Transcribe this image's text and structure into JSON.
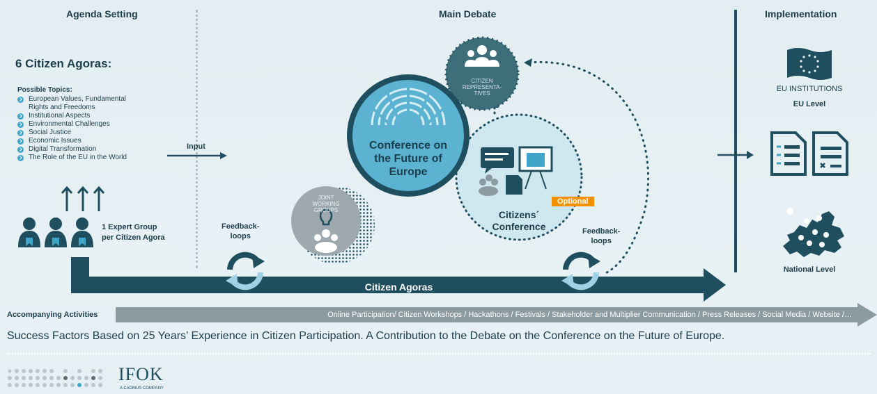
{
  "columns": {
    "agenda": "Agenda Setting",
    "debate": "Main Debate",
    "implementation": "Implementation"
  },
  "agenda": {
    "agoras_title": "6 Citizen Agoras:",
    "topics_label": "Possible Topics:",
    "topics": [
      "European Values, Fundamental",
      "Rights and Freedoms",
      "Institutional Aspects",
      "Environmental Challenges",
      "Social Justice",
      "Economic Issues",
      "Digital Transformation",
      "The Role of the EU in the World"
    ],
    "expert_line1": "1 Expert Group",
    "expert_line2": "per Citizen Agora",
    "input": "Input"
  },
  "debate": {
    "conference_l1": "Conference on",
    "conference_l2": "the Future of",
    "conference_l3": "Europe",
    "citizen_rep_l1": "CITIZEN",
    "citizen_rep_l2": "REPRESENTA-",
    "citizen_rep_l3": "TIVES",
    "joint_l1": "JOINT",
    "joint_l2": "WORKING",
    "joint_l3": "GROUPS",
    "citizens_conf_l1": "Citizens´",
    "citizens_conf_l2": "Conference",
    "optional": "Optional",
    "feedback_left_l1": "Feedback-",
    "feedback_left_l2": "loops",
    "feedback_right_l1": "Feedback-",
    "feedback_right_l2": "loops"
  },
  "implementation": {
    "eu_institutions": "EU INSTITUTIONS",
    "eu_level": "EU  Level",
    "national_level": "National  Level"
  },
  "main_arrow": "Citizen Agoras",
  "accompanying": {
    "label": "Accompanying Activities",
    "text": "Online Participation/ Citizen Workshops / Hackathons / Festivals / Stakeholder and Multiplier Communication / Press Releases / Social Media / Website /…"
  },
  "caption": "Success Factors Based on 25 Years’ Experience in Citizen Participation. A Contribution to the Debate on the Conference on the Future of Europe.",
  "logo": {
    "name": "IFOK",
    "tagline": "A CADMUS COMPANY"
  },
  "colors": {
    "dark": "#1f4e5f",
    "accent": "#3fa6c9",
    "orange": "#f29100",
    "grey": "#8c9aa1"
  }
}
